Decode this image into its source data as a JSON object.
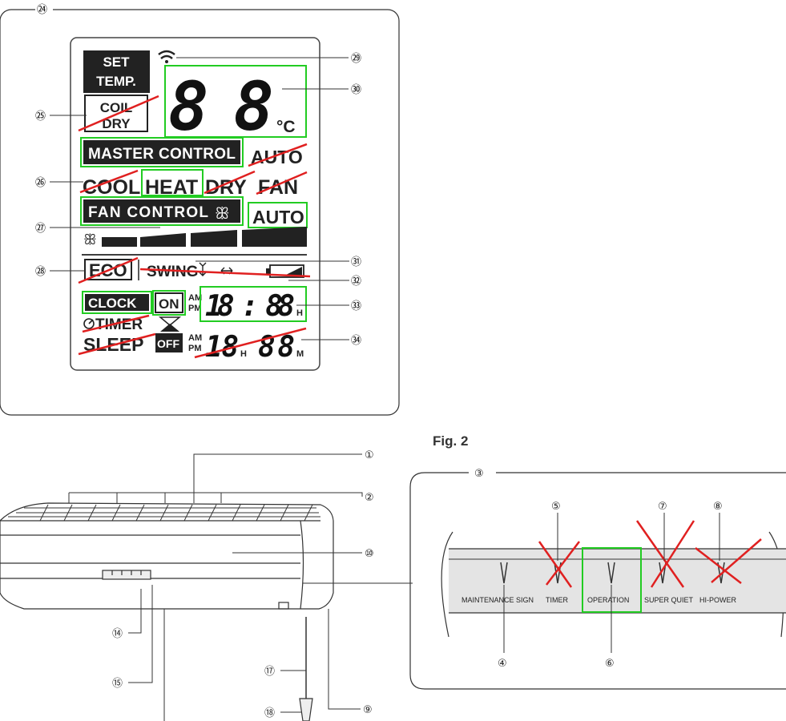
{
  "figure_label": "Fig. 2",
  "colors": {
    "highlight": "#22cc22",
    "strike": "#e02020",
    "ink": "#222222",
    "panel_fill": "#eeeeee"
  },
  "remote": {
    "callout": "㉔",
    "set_temp_line1": "SET",
    "set_temp_line2": "TEMP.",
    "coil": "COIL",
    "dry_small": "DRY",
    "temp_digits": "88",
    "celsius": "°C",
    "master_control": "MASTER CONTROL",
    "auto_top": "AUTO",
    "cool": "COOL",
    "heat": "HEAT",
    "dry": "DRY",
    "fan": "FAN",
    "fan_control": "FAN CONTROL",
    "fan_icon": "ꕥ",
    "auto_fan": "AUTO",
    "eco": "ECO",
    "swing": "SWING",
    "clock": "CLOCK",
    "on": "ON",
    "off": "OFF",
    "timer": "TIMER",
    "sleep": "SLEEP",
    "am": "AM",
    "pm": "PM",
    "time1": "18 : 88",
    "time1_unit": "H",
    "time2_hour": "18",
    "time2_h": "H",
    "time2_min": "88",
    "time2_unit": "M",
    "callouts": [
      "㉕",
      "㉖",
      "㉗",
      "㉘",
      "㉙",
      "㉚",
      "㉛",
      "㉜",
      "㉝",
      "㉞"
    ]
  },
  "indoor_unit": {
    "callouts": [
      "①",
      "②",
      "⑩",
      "⑭",
      "⑮",
      "⑰",
      "⑱",
      "⑨"
    ]
  },
  "indicator_panel": {
    "callout": "③",
    "labels": [
      "MAINTENANCE SIGN",
      "TIMER",
      "OPERATION",
      "SUPER QUIET",
      "HI-POWER"
    ],
    "callouts_top": [
      "⑤",
      "⑦",
      "⑧"
    ],
    "callouts_bottom": [
      "④",
      "⑥"
    ]
  }
}
